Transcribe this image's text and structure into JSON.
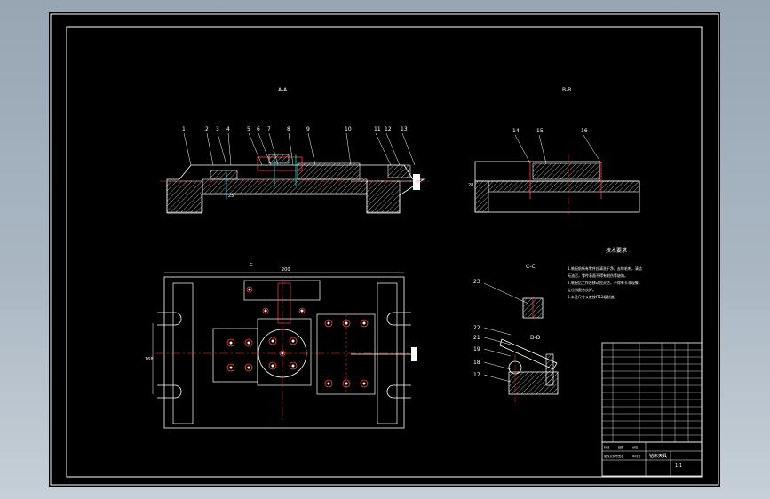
{
  "views": {
    "section_a": "A-A",
    "section_b": "B-B",
    "section_c": "C-C",
    "view_d": "D-D",
    "top_view": "C"
  },
  "tech_requirements": {
    "title": "技术要求",
    "lines": [
      "1.装配前所有零件应清洗干净，去除毛刺，清洁",
      "  无油污，零件表面不得有划伤等缺陷。",
      "2.装配后工作台移动应灵活，不得有卡滞现象，",
      "  定位销配合良好。",
      "3.未注尺寸公差按IT12级制造。"
    ]
  },
  "balloons": {
    "section_a": [
      "1",
      "2",
      "3",
      "4",
      "5",
      "6",
      "7",
      "8",
      "9",
      "10",
      "11",
      "12",
      "13"
    ],
    "section_b": [
      "14",
      "15",
      "16"
    ],
    "section_c": [
      "23"
    ],
    "view_d": [
      "22",
      "21",
      "19",
      "18",
      "17"
    ]
  },
  "dims": {
    "top_width": "200",
    "top_height": "168",
    "a_small": "25",
    "b_height": "28"
  },
  "title_block": {
    "drawing_title": "钻床夹具",
    "scale": "1:1",
    "row_labels": [
      "标记",
      "处数",
      "分区",
      "更改文件号",
      "签名",
      "年月日"
    ]
  },
  "bom_count": 13
}
